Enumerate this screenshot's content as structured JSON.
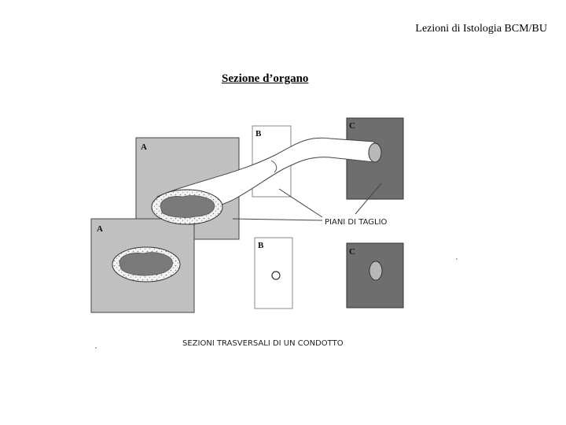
{
  "header": {
    "text": "Lezioni di Istologia BCM/BU"
  },
  "title": {
    "text": "Sezione d’organo"
  },
  "diagram": {
    "labels": {
      "a_top": "A",
      "a_bottom": "A",
      "b_top": "B",
      "b_bottom": "B",
      "c_top": "C",
      "c_bottom": "C"
    },
    "cutting_planes_label": "PIANI DI TAGLIO",
    "caption": "SEZIONI TRASVERSALI DI UN CONDOTTO"
  }
}
